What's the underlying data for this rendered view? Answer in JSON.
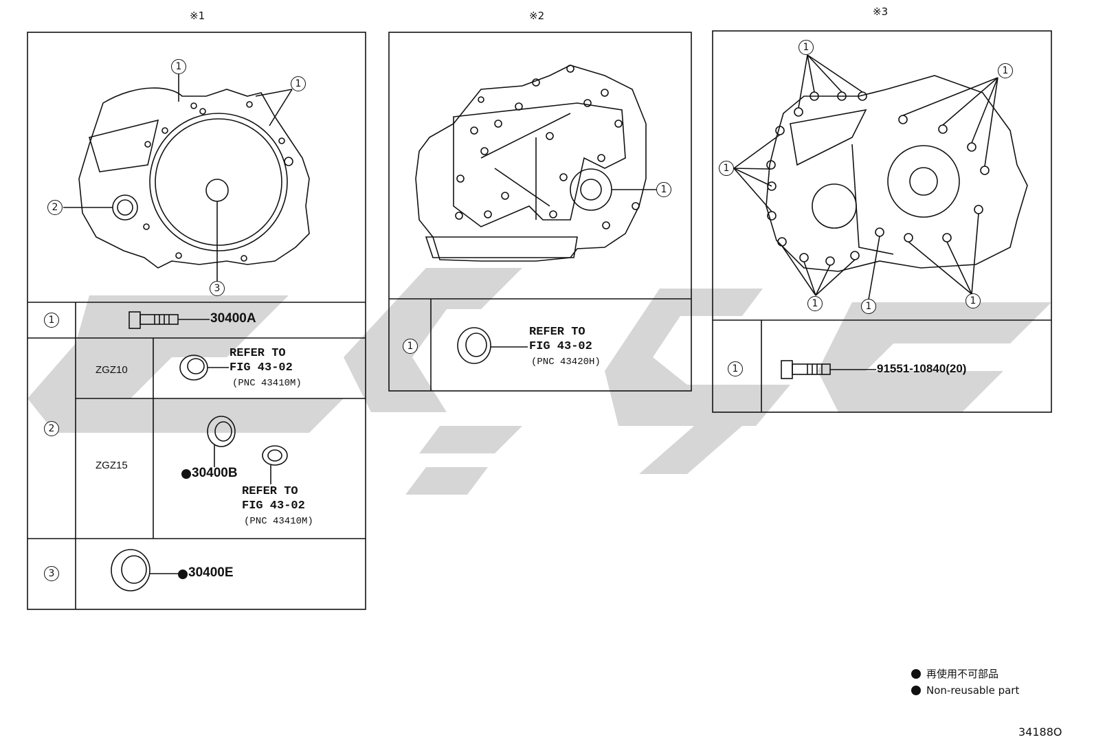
{
  "panels": [
    {
      "mark": "※1"
    },
    {
      "mark": "※2"
    },
    {
      "mark": "※3"
    }
  ],
  "callout": "1",
  "callout_2": "2",
  "callout_3": "3",
  "panel1": {
    "row1_part": "30400A",
    "zgz10_label": "ZGZ10",
    "zgz15_label": "ZGZ15",
    "zgz10_refer": "REFER TO",
    "zgz10_fig": "FIG 43-02",
    "zgz10_pnc": "(PNC 43410M)",
    "zgz15_part": "30400B",
    "zgz15_refer": "REFER TO",
    "zgz15_fig": "FIG 43-02",
    "zgz15_pnc": "(PNC 43410M)",
    "row3_part": "30400E"
  },
  "panel2": {
    "refer": "REFER TO",
    "fig": "FIG 43-02",
    "pnc": "(PNC 43420H)"
  },
  "panel3": {
    "part": "91551-10840(20)"
  },
  "legend": {
    "jp": "再使用不可部品",
    "en": "Non-reusable part"
  },
  "drawing_id": "34188O",
  "colors": {
    "line": "#111111",
    "watermark": "#d4d4d4"
  }
}
